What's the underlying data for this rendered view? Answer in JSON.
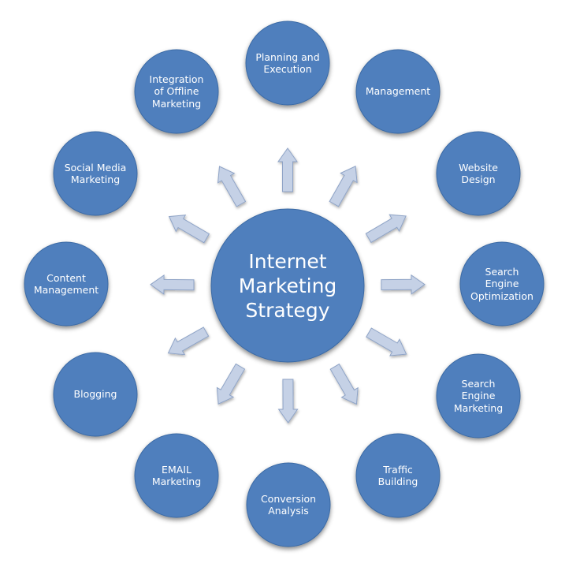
{
  "diagram": {
    "center": {
      "label": "Internet\nMarketing\nStrategy"
    },
    "nodes": [
      {
        "id": "planning-and-execution",
        "label": "Planning and\nExecution"
      },
      {
        "id": "management",
        "label": "Management"
      },
      {
        "id": "website-design",
        "label": "Website\nDesign"
      },
      {
        "id": "search-engine-optimization",
        "label": "Search\nEngine\nOptimization"
      },
      {
        "id": "search-engine-marketing",
        "label": "Search\nEngine\nMarketing"
      },
      {
        "id": "traffic-building",
        "label": "Traffic\nBuilding"
      },
      {
        "id": "conversion-analysis",
        "label": "Conversion\nAnalysis"
      },
      {
        "id": "email-marketing",
        "label": "EMAIL\nMarketing"
      },
      {
        "id": "blogging",
        "label": "Blogging"
      },
      {
        "id": "content-management",
        "label": "Content\nManagement"
      },
      {
        "id": "social-media-marketing",
        "label": "Social Media\nMarketing"
      },
      {
        "id": "integration-of-offline-marketing",
        "label": "Integration\nof Offline\nMarketing"
      }
    ],
    "colors": {
      "node_fill": "#4f7fbd",
      "node_stroke": "#3b6aa5",
      "arrow_fill": "#c5d1e6",
      "arrow_stroke": "#8ea3c6",
      "text": "#ffffff"
    }
  }
}
